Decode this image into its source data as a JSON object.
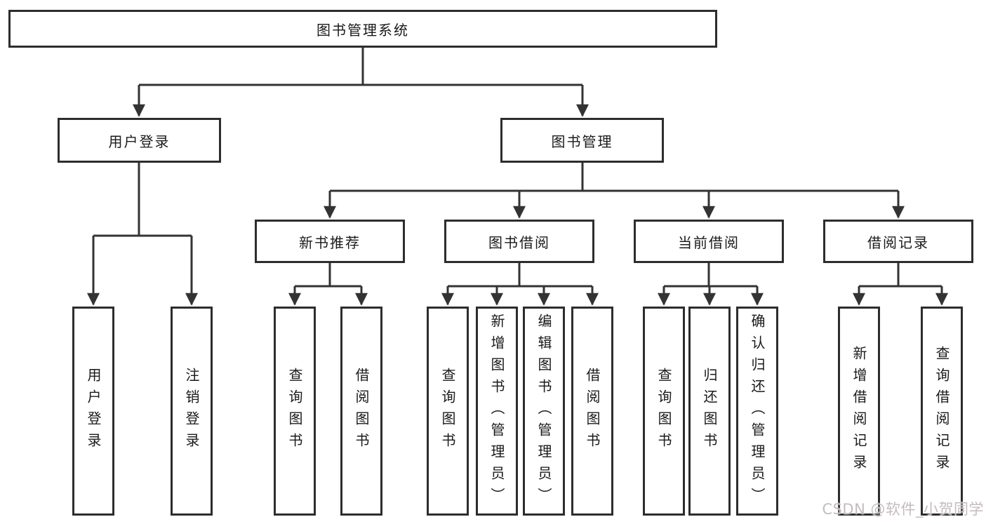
{
  "diagram": {
    "tree": {
      "label": "图书管理系统",
      "children": [
        {
          "label": "用户登录",
          "children": [
            {
              "label": "用户登录"
            },
            {
              "label": "注销登录"
            }
          ]
        },
        {
          "label": "图书管理",
          "children": [
            {
              "label": "新书推荐",
              "children": [
                {
                  "label": "查询图书"
                },
                {
                  "label": "借阅图书"
                }
              ]
            },
            {
              "label": "图书借阅",
              "children": [
                {
                  "label": "查询图书"
                },
                {
                  "label": "新增图书（管理员）"
                },
                {
                  "label": "编辑图书（管理员）"
                },
                {
                  "label": "借阅图书"
                }
              ]
            },
            {
              "label": "当前借阅",
              "children": [
                {
                  "label": "查询图书"
                },
                {
                  "label": "归还图书"
                },
                {
                  "label": "确认归还（管理员）"
                }
              ]
            },
            {
              "label": "借阅记录",
              "children": [
                {
                  "label": "新增借阅记录"
                },
                {
                  "label": "查询借阅记录"
                }
              ]
            }
          ]
        }
      ]
    },
    "colors": {
      "line": "#333333",
      "box_border": "#2d2d2d",
      "box_fill": "#ffffff",
      "text": "#1a1a1a",
      "background": "#ffffff",
      "watermark": "#c5bcbc"
    }
  },
  "watermark": {
    "text": "CSDN @软件_小贺同学"
  }
}
